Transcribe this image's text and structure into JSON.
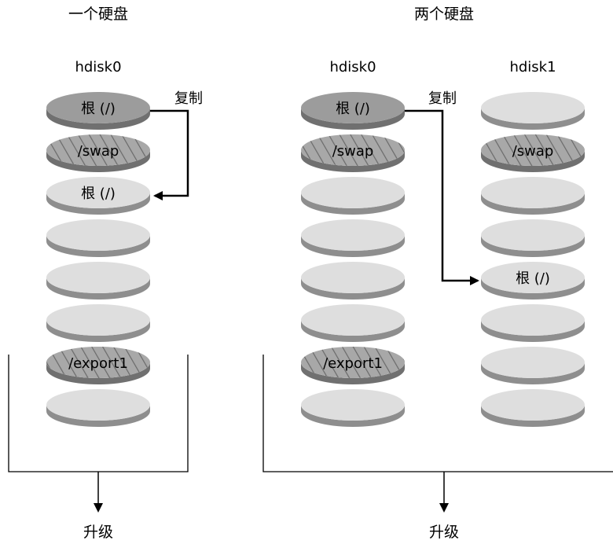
{
  "colors": {
    "slice_top_light": "#dedede",
    "slice_side_light": "#8e8e8e",
    "slice_top_dark": "#9c9c9c",
    "slice_side_dark": "#707070",
    "hatch": "#6a6a6a",
    "line": "#000000"
  },
  "one_disk": {
    "heading": "一个硬盘",
    "disk_label": "hdisk0",
    "copy_label": "复制",
    "upgrade_label": "升级",
    "slices": [
      {
        "kind": "dark",
        "label": "根 (/)"
      },
      {
        "kind": "hatched",
        "label": "/swap"
      },
      {
        "kind": "light",
        "label": "根 (/)"
      },
      {
        "kind": "light",
        "label": ""
      },
      {
        "kind": "light",
        "label": ""
      },
      {
        "kind": "light",
        "label": ""
      },
      {
        "kind": "hatched",
        "label": "/export1"
      },
      {
        "kind": "light",
        "label": ""
      }
    ]
  },
  "two_disks": {
    "heading": "两个硬盘",
    "copy_label": "复制",
    "upgrade_label": "升级",
    "disk0": {
      "label": "hdisk0",
      "slices": [
        {
          "kind": "dark",
          "label": "根 (/)"
        },
        {
          "kind": "hatched",
          "label": "/swap"
        },
        {
          "kind": "light",
          "label": ""
        },
        {
          "kind": "light",
          "label": ""
        },
        {
          "kind": "light",
          "label": ""
        },
        {
          "kind": "light",
          "label": ""
        },
        {
          "kind": "hatched",
          "label": "/export1"
        },
        {
          "kind": "light",
          "label": ""
        }
      ]
    },
    "disk1": {
      "label": "hdisk1",
      "slices": [
        {
          "kind": "light",
          "label": ""
        },
        {
          "kind": "hatched",
          "label": "/swap"
        },
        {
          "kind": "light",
          "label": ""
        },
        {
          "kind": "light",
          "label": ""
        },
        {
          "kind": "light",
          "label": "根 (/)"
        },
        {
          "kind": "light",
          "label": ""
        },
        {
          "kind": "light",
          "label": ""
        },
        {
          "kind": "light",
          "label": ""
        }
      ]
    }
  }
}
